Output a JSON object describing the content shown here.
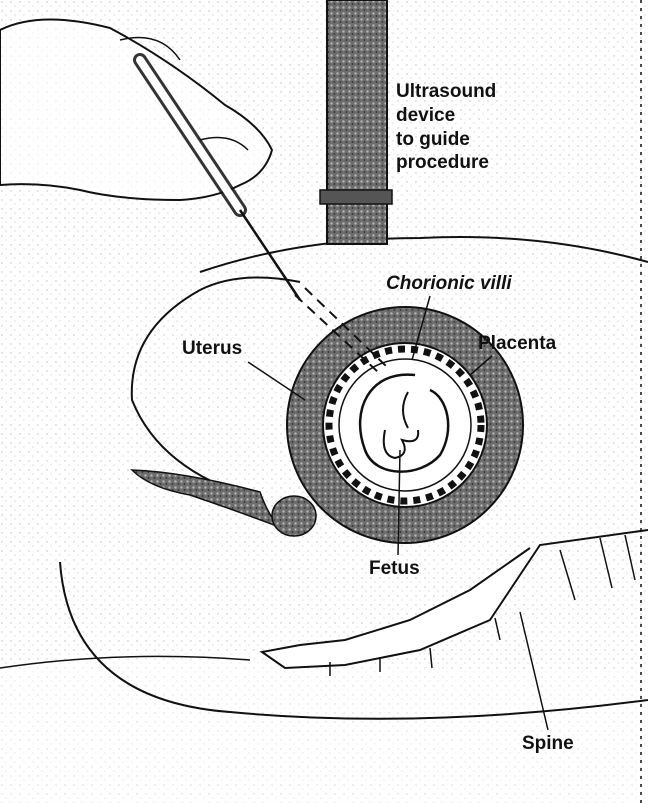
{
  "labels": {
    "ultrasound": [
      "Ultrasound",
      "device",
      "to guide",
      "procedure"
    ],
    "chorionic_villi": "Chorionic villi",
    "uterus": "Uterus",
    "placenta": "Placenta",
    "fetus": "Fetus",
    "spine": "Spine"
  },
  "colors": {
    "ink": "#111111",
    "stipple": "#8a8a8a",
    "placenta_fill": "#7d7d7d",
    "background": "#ffffff"
  }
}
